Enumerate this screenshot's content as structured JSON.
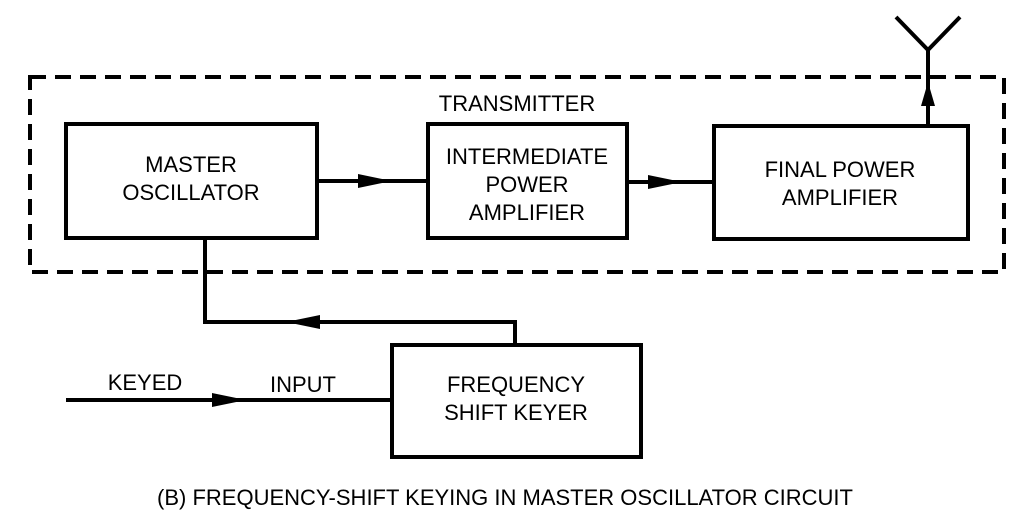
{
  "diagram": {
    "container_label": "TRANSMITTER",
    "blocks": {
      "master_oscillator": [
        "MASTER",
        "OSCILLATOR"
      ],
      "intermediate_amplifier": [
        "INTERMEDIATE",
        "POWER",
        "AMPLIFIER"
      ],
      "final_amplifier": [
        "FINAL POWER",
        "AMPLIFIER"
      ],
      "frequency_shift_keyer": [
        "FREQUENCY",
        "SHIFT KEYER"
      ]
    },
    "input_labels": {
      "keyed": "KEYED",
      "input": "INPUT"
    },
    "caption": "(B) FREQUENCY-SHIFT KEYING IN MASTER OSCILLATOR CIRCUIT"
  }
}
